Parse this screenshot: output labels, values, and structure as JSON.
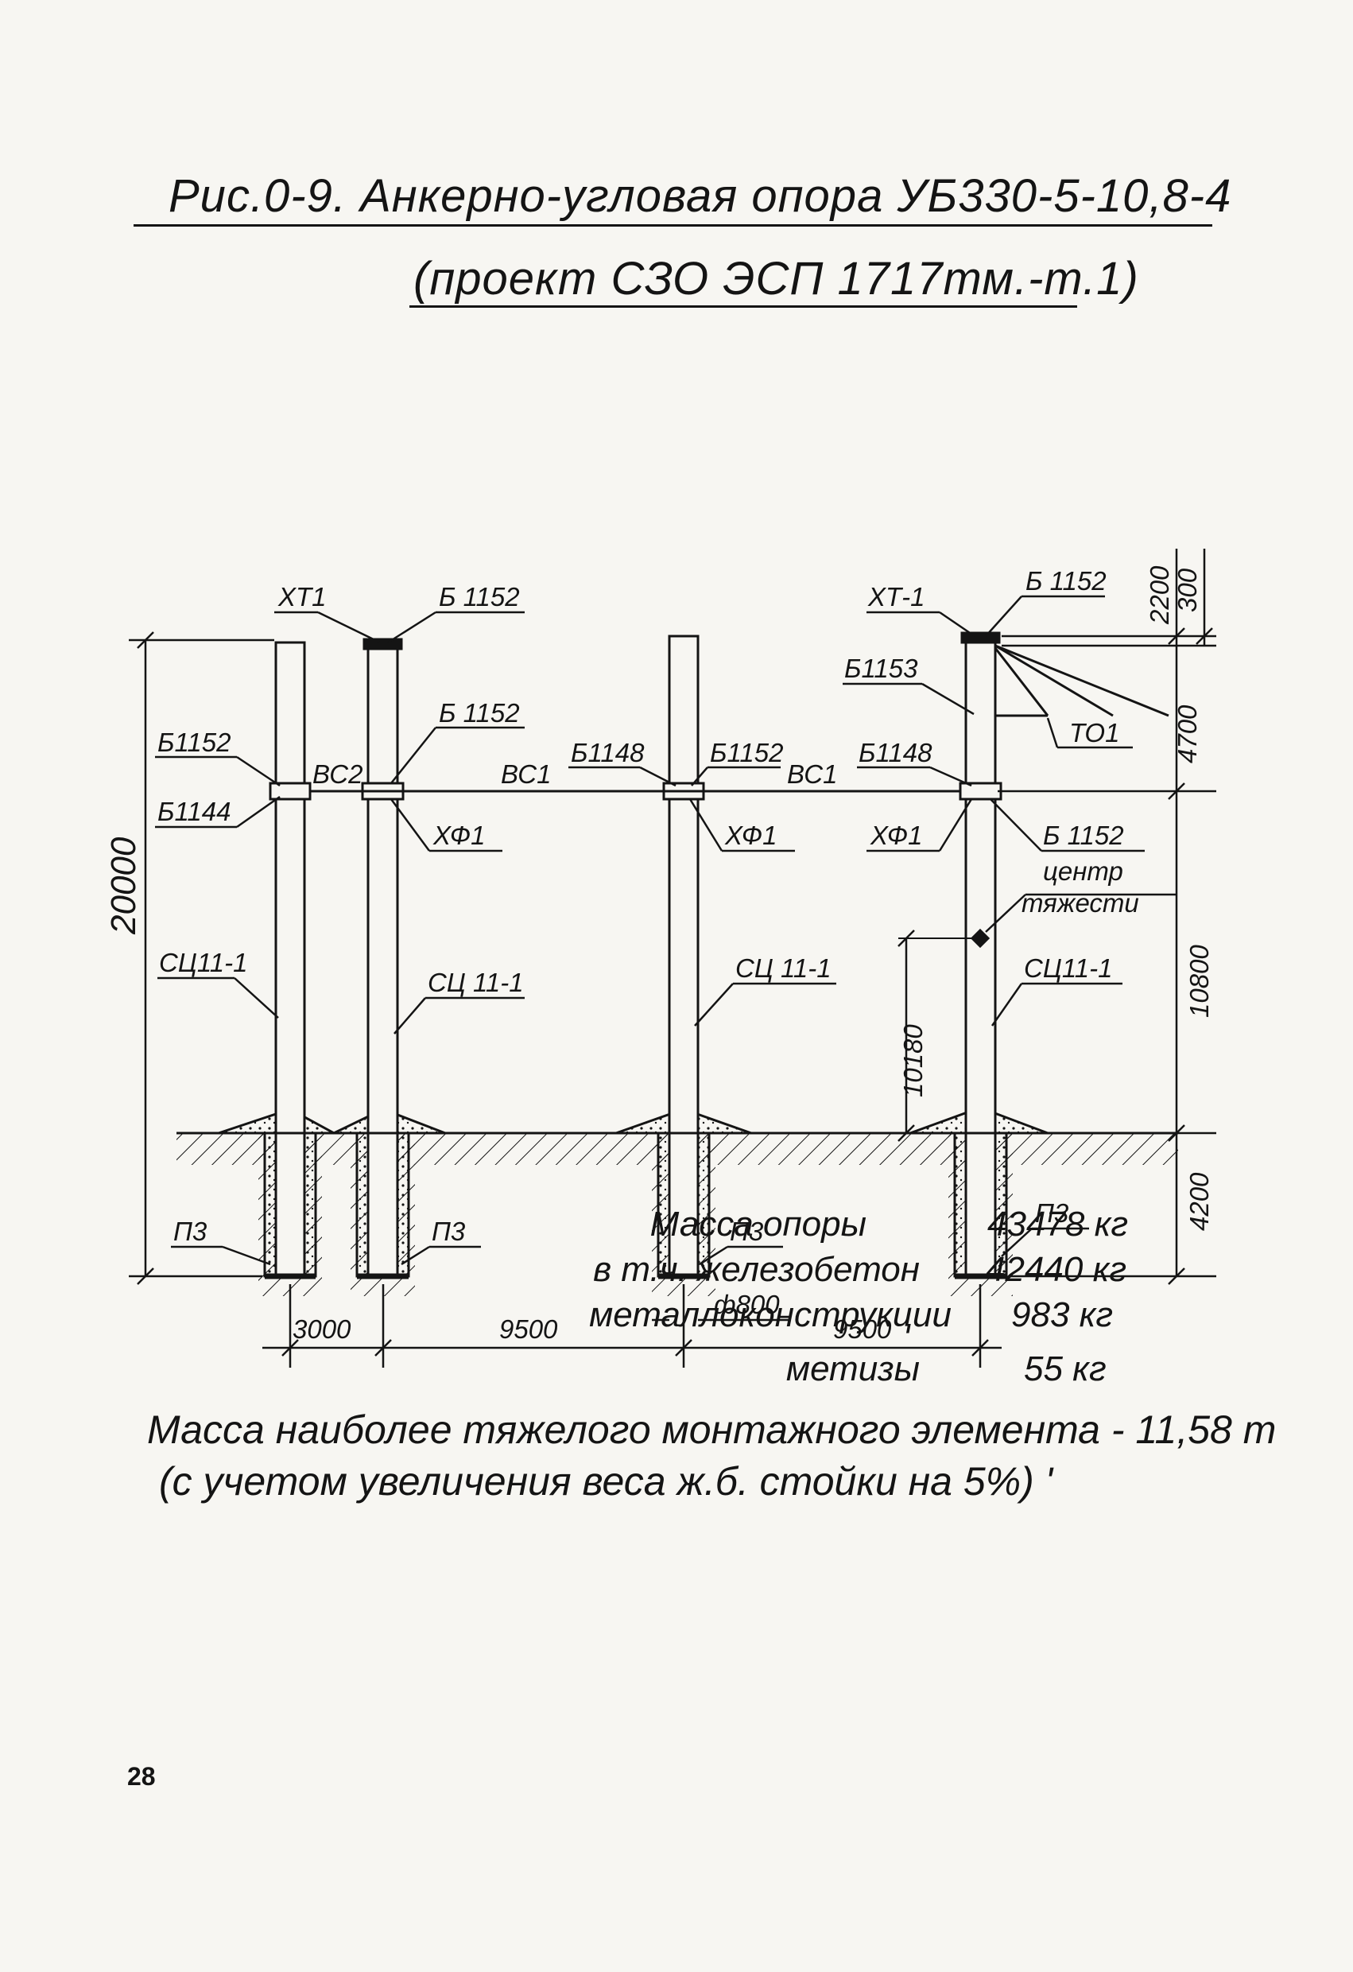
{
  "title": {
    "line1": "Рис.0-9. Анкерно-угловая опора УБ330-5-10,8-4",
    "line2": "(проект СЗО ЭСП 1717тм.-т.1)"
  },
  "callouts": {
    "xt1_left": "ХТ1",
    "b1152_top_left": "Б 1152",
    "b1152_mid_left": "Б 1152",
    "b1152_far_left": "Б1152",
    "b1144": "Б1144",
    "vs2": "ВС2",
    "vs1_left": "ВС1",
    "xf1_left": "ХФ1",
    "b1148_left": "Б1148",
    "b1152_center": "Б1152",
    "vs1_right": "ВС1",
    "xf1_center": "ХФ1",
    "b1148_right": "Б1148",
    "xt1_right": "ХТ-1",
    "b1152_top_right": "Б 1152",
    "b1153": "Б1153",
    "to1": "ТО1",
    "xf1_right": "ХФ1",
    "b1152_right": "Б 1152",
    "center_line1": "центр",
    "center_line2": "тяжести",
    "sc_left": "СЦ11-1",
    "sc_p2": "СЦ 11-1",
    "sc_p3": "СЦ 11-1",
    "sc_p4": "СЦ11-1",
    "p3_1": "П3",
    "p3_2": "П3",
    "p3_3": "П3",
    "p3_4": "П3",
    "phi800": "ф800"
  },
  "dimensions": {
    "height_total": "20000",
    "right_2200": "2200",
    "right_300": "300",
    "right_4700": "4700",
    "right_10800": "10800",
    "right_4200": "4200",
    "inner_10180": "10180",
    "bottom_3000": "3000",
    "bottom_9500_a": "9500",
    "bottom_9500_b": "9500"
  },
  "mass": {
    "rows": [
      {
        "label": "Масса опоры",
        "value": "43478 кг"
      },
      {
        "label": "в т.ч. железобетон",
        "value": "42440 кг"
      },
      {
        "label": "металлоконструкции",
        "value": "983 кг"
      },
      {
        "label": "метизы",
        "value": "55 кг"
      }
    ]
  },
  "note": {
    "line1": "Масса наиболее тяжелого монтажного элемента - 11,58 т",
    "line2": "(с учетом увеличения веса ж.б. стойки на 5%) '"
  },
  "page_number": "28"
}
